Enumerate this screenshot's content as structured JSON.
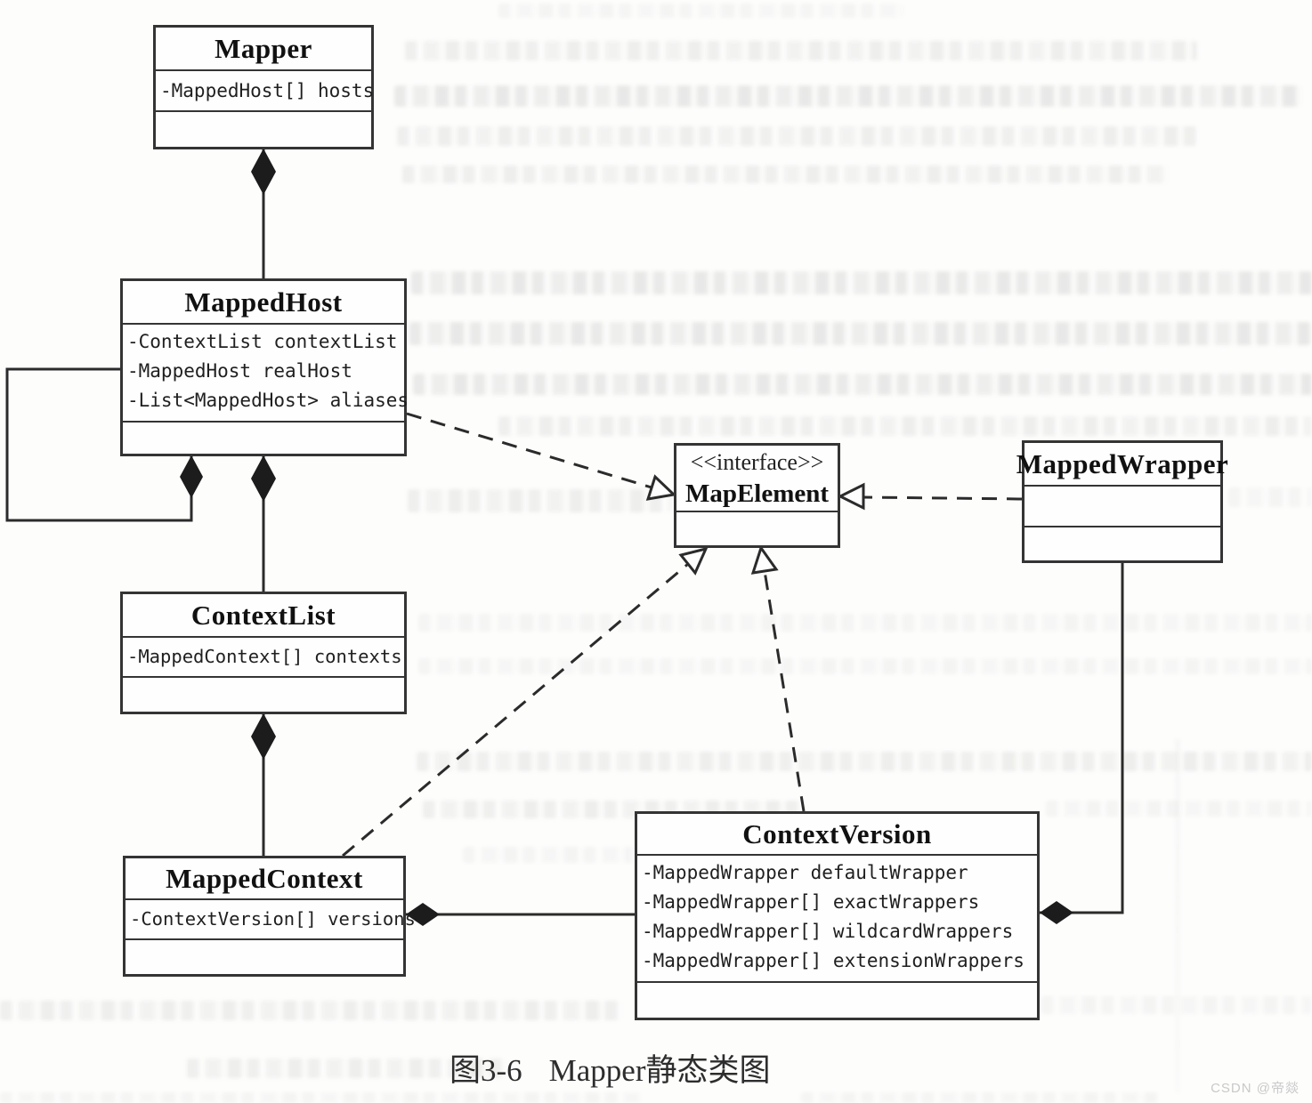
{
  "diagram": {
    "type": "uml-class-diagram",
    "caption": {
      "figure_label": "图3-6",
      "title": "Mapper静态类图"
    },
    "watermark": "CSDN @帝燚",
    "colors": {
      "line": "#2b2b2b",
      "box_border": "#343434",
      "box_background": "#fefefe",
      "page_background": "#fdfdfc",
      "title_text": "#111111",
      "attribute_text": "#1f1f1f",
      "caption_text": "#2d2d2d",
      "watermark_text": "#c9c9c9"
    },
    "classes": [
      {
        "name": "Mapper",
        "stereotype": "",
        "attributes": [
          "-MappedHost[] hosts"
        ],
        "methods": []
      },
      {
        "name": "MappedHost",
        "stereotype": "",
        "attributes": [
          "-ContextList contextList",
          "-MappedHost realHost",
          "-List<MappedHost> aliases"
        ],
        "methods": []
      },
      {
        "name": "ContextList",
        "stereotype": "",
        "attributes": [
          "-MappedContext[] contexts"
        ],
        "methods": []
      },
      {
        "name": "MappedContext",
        "stereotype": "",
        "attributes": [
          "-ContextVersion[] versions"
        ],
        "methods": []
      },
      {
        "name": "MapElement",
        "stereotype": "<<interface>>",
        "attributes": [],
        "methods": []
      },
      {
        "name": "MappedWrapper",
        "stereotype": "",
        "attributes": [],
        "methods": []
      },
      {
        "name": "ContextVersion",
        "stereotype": "",
        "attributes": [
          "-MappedWrapper defaultWrapper",
          "-MappedWrapper[] exactWrappers",
          "-MappedWrapper[] wildcardWrappers",
          "-MappedWrapper[] extensionWrappers"
        ],
        "methods": []
      }
    ],
    "relationships": [
      {
        "type": "composition",
        "owner": "Mapper",
        "part": "MappedHost"
      },
      {
        "type": "composition",
        "owner": "MappedHost",
        "part": "MappedHost"
      },
      {
        "type": "composition",
        "owner": "MappedHost",
        "part": "ContextList"
      },
      {
        "type": "composition",
        "owner": "ContextList",
        "part": "MappedContext"
      },
      {
        "type": "composition",
        "owner": "MappedContext",
        "part": "ContextVersion"
      },
      {
        "type": "composition",
        "owner": "ContextVersion",
        "part": "MappedWrapper"
      },
      {
        "type": "realization",
        "from": "MappedHost",
        "to": "MapElement"
      },
      {
        "type": "realization",
        "from": "MappedWrapper",
        "to": "MapElement"
      },
      {
        "type": "realization",
        "from": "MappedContext",
        "to": "MapElement"
      },
      {
        "type": "realization",
        "from": "ContextVersion",
        "to": "MapElement"
      }
    ]
  }
}
